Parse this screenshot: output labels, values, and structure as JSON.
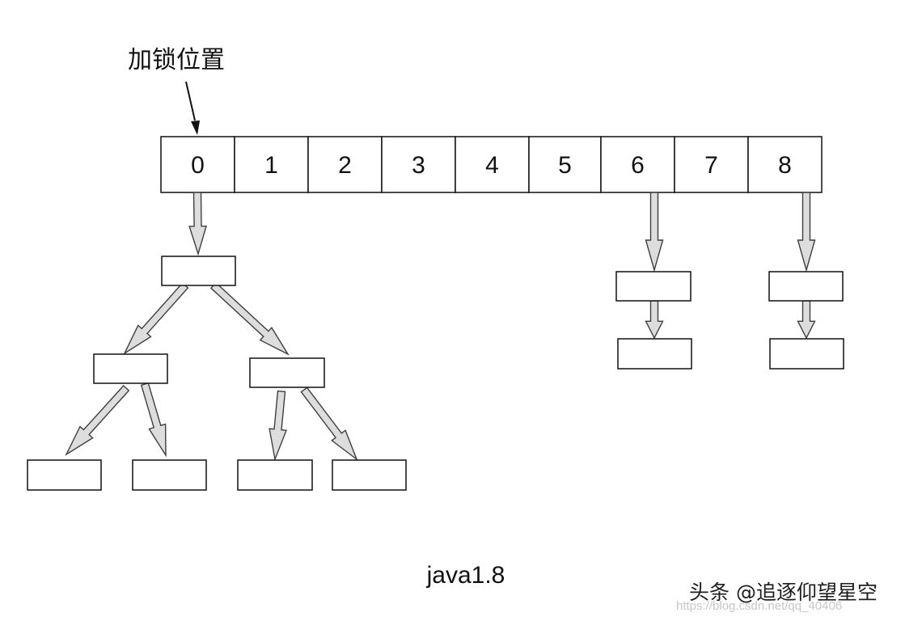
{
  "diagram": {
    "annotation": "加锁位置",
    "caption": "java1.8",
    "buckets": [
      "0",
      "1",
      "2",
      "3",
      "4",
      "5",
      "6",
      "7",
      "8"
    ],
    "watermark": "头条 @追逐仰望星空",
    "watermark_url": "https://blog.csdn.net/qq_40406"
  }
}
